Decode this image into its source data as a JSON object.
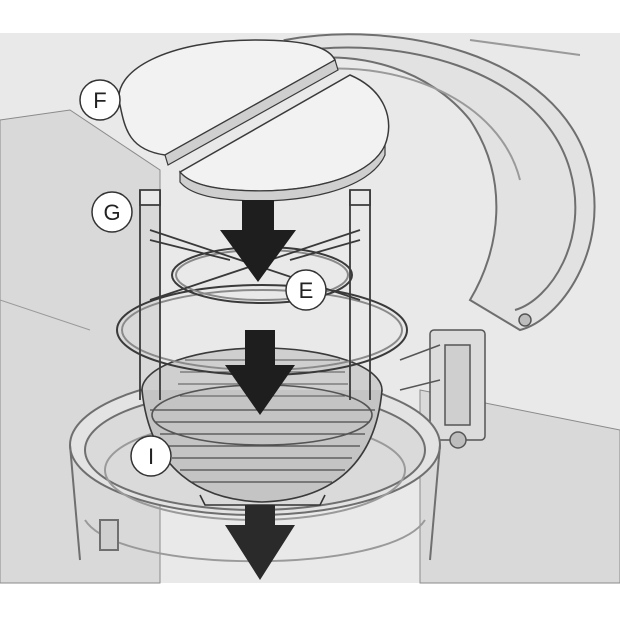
{
  "diagram": {
    "callouts": [
      {
        "id": "F",
        "label": "F"
      },
      {
        "id": "G",
        "label": "G"
      },
      {
        "id": "E",
        "label": "E"
      },
      {
        "id": "I",
        "label": "I"
      }
    ],
    "colors": {
      "background_panel": "#e9e9e9",
      "counter": "#d6d6d6",
      "line": "#6f6f6f",
      "dark_line": "#3a3a3a",
      "arrow": "#1e1e1e",
      "stone": "#f2f2f2",
      "stone_edge": "#cfcfcf"
    }
  }
}
